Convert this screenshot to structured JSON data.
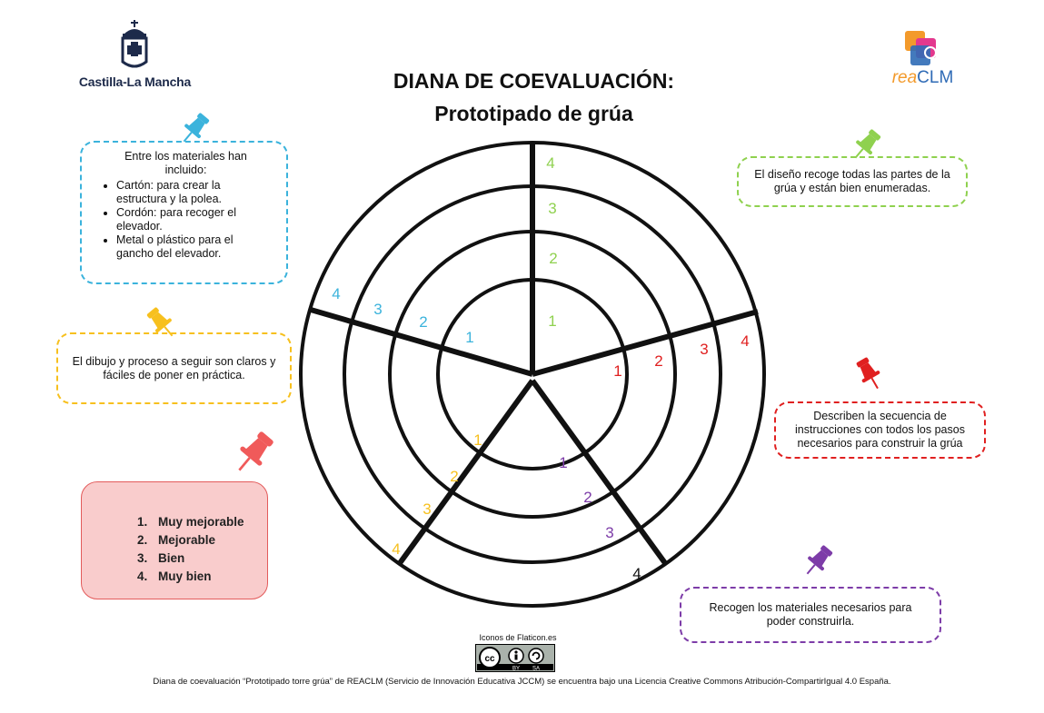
{
  "logos": {
    "left": "Castilla-La Mancha",
    "right_a": "rea",
    "right_b": "CLM"
  },
  "title": {
    "line1": "DIANA DE COEVALUACIÓN:",
    "line2": "Prototipado de grúa"
  },
  "criteria": {
    "materials": {
      "intro": "Entre los materiales han incluido:",
      "items": [
        "Cartón: para crear la estructura y la polea.",
        "Cordón: para recoger el elevador.",
        "Metal o plástico para el gancho del elevador."
      ],
      "color": "#3bb3dc"
    },
    "design": {
      "text": "El diseño recoge todas las partes de la grúa y están bien enumeradas.",
      "color": "#8fd14f"
    },
    "drawing": {
      "text": "El dibujo y proceso a seguir son claros y fáciles de poner en práctica.",
      "color": "#f7c01e"
    },
    "sequence": {
      "text": "Describen la secuencia de instrucciones con todos los pasos necesarios para construir la grúa",
      "color": "#e02020"
    },
    "collect": {
      "text": "Recogen los materiales necesarios para poder construirla.",
      "color": "#7d3ca8"
    }
  },
  "legend": {
    "items": [
      "Muy mejorable",
      "Mejorable",
      "Bien",
      "Muy bien"
    ],
    "bg": "#f9cccc",
    "border": "#e35b5b"
  },
  "target": {
    "scores": {
      "green": [
        "1",
        "2",
        "3",
        "4"
      ],
      "red": [
        "1",
        "2",
        "3",
        "4"
      ],
      "purple": [
        "1",
        "2",
        "3",
        "4"
      ],
      "yellow": [
        "1",
        "2",
        "3",
        "4"
      ],
      "blue": [
        "1",
        "2",
        "3",
        "4"
      ]
    },
    "colors": {
      "green": "#8fd14f",
      "red": "#e02020",
      "purple": "#7d3ca8",
      "purple_last": "#111111",
      "yellow": "#f7c01e",
      "blue": "#3bb3dc"
    }
  },
  "credits": {
    "icons": "Iconos de Flaticon.es",
    "cc_by": "BY",
    "cc_sa": "SA",
    "license": "Diana de coevaluación “Prototipado torre grúa” de REACLM (Servicio de Innovación Educativa JCCM) se encuentra bajo una Licencia Creative Commons Atribución-CompartirIgual 4.0 España."
  }
}
